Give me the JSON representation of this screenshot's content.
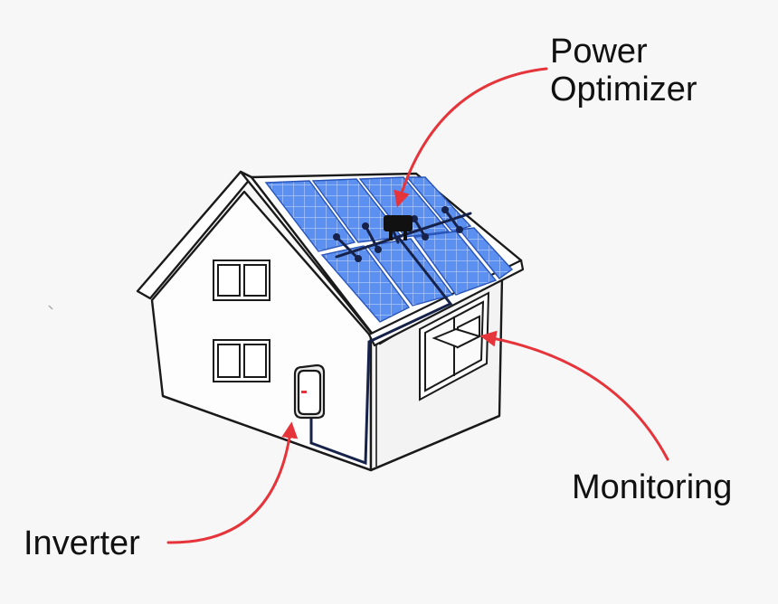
{
  "labels": {
    "power_optimizer": [
      "Power",
      "Optimizer"
    ],
    "monitoring": "Monitoring",
    "inverter": "Inverter"
  },
  "colors": {
    "background": "#f7f7f7",
    "arrow": "#e6343b",
    "panel": "#5b8ff0",
    "panel_grid": "#b9d1fb",
    "wiring": "#16224a",
    "outline": "#1a1a1a"
  },
  "icons": {
    "inverter": "inverter-box-icon",
    "laptop": "laptop-icon",
    "optimizer": "power-optimizer-icon"
  }
}
